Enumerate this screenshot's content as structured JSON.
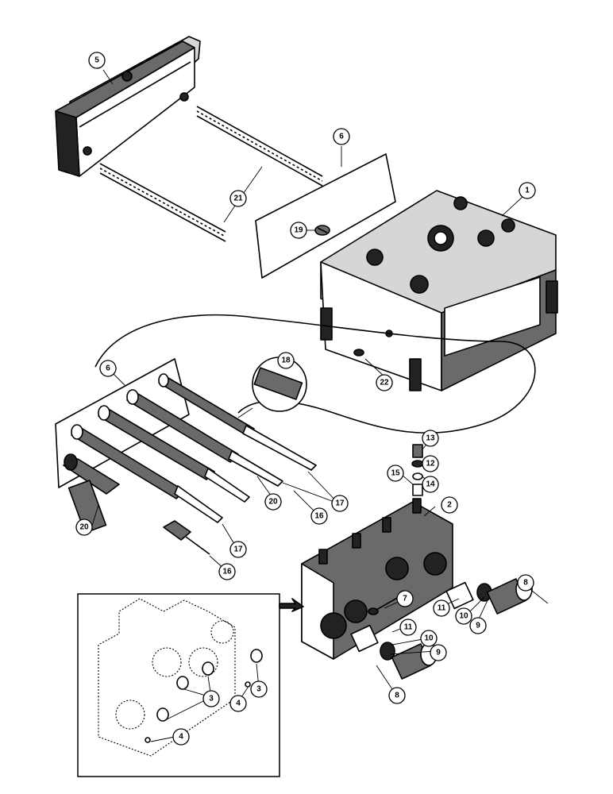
{
  "figure": {
    "callouts": [
      {
        "id": "c5",
        "label": "5"
      },
      {
        "id": "c6a",
        "label": "6"
      },
      {
        "id": "c1",
        "label": "1"
      },
      {
        "id": "c21",
        "label": "21"
      },
      {
        "id": "c19",
        "label": "19"
      },
      {
        "id": "c22",
        "label": "22"
      },
      {
        "id": "c18",
        "label": "18"
      },
      {
        "id": "c6b",
        "label": "6"
      },
      {
        "id": "c13",
        "label": "13"
      },
      {
        "id": "c12",
        "label": "12"
      },
      {
        "id": "c15",
        "label": "15"
      },
      {
        "id": "c14",
        "label": "14"
      },
      {
        "id": "c17a",
        "label": "17"
      },
      {
        "id": "c16a",
        "label": "16"
      },
      {
        "id": "c20a",
        "label": "20"
      },
      {
        "id": "c2",
        "label": "2"
      },
      {
        "id": "c20b",
        "label": "20"
      },
      {
        "id": "c17b",
        "label": "17"
      },
      {
        "id": "c16b",
        "label": "16"
      },
      {
        "id": "c8a",
        "label": "8"
      },
      {
        "id": "c7",
        "label": "7"
      },
      {
        "id": "c11a",
        "label": "11"
      },
      {
        "id": "c10a",
        "label": "10"
      },
      {
        "id": "c9a",
        "label": "9"
      },
      {
        "id": "c11b",
        "label": "11"
      },
      {
        "id": "c10b",
        "label": "10"
      },
      {
        "id": "c9b",
        "label": "9"
      },
      {
        "id": "c8b",
        "label": "8"
      },
      {
        "id": "c3a",
        "label": "3"
      },
      {
        "id": "c4a",
        "label": "4"
      },
      {
        "id": "c3b",
        "label": "3"
      },
      {
        "id": "c4b",
        "label": "4"
      }
    ]
  }
}
